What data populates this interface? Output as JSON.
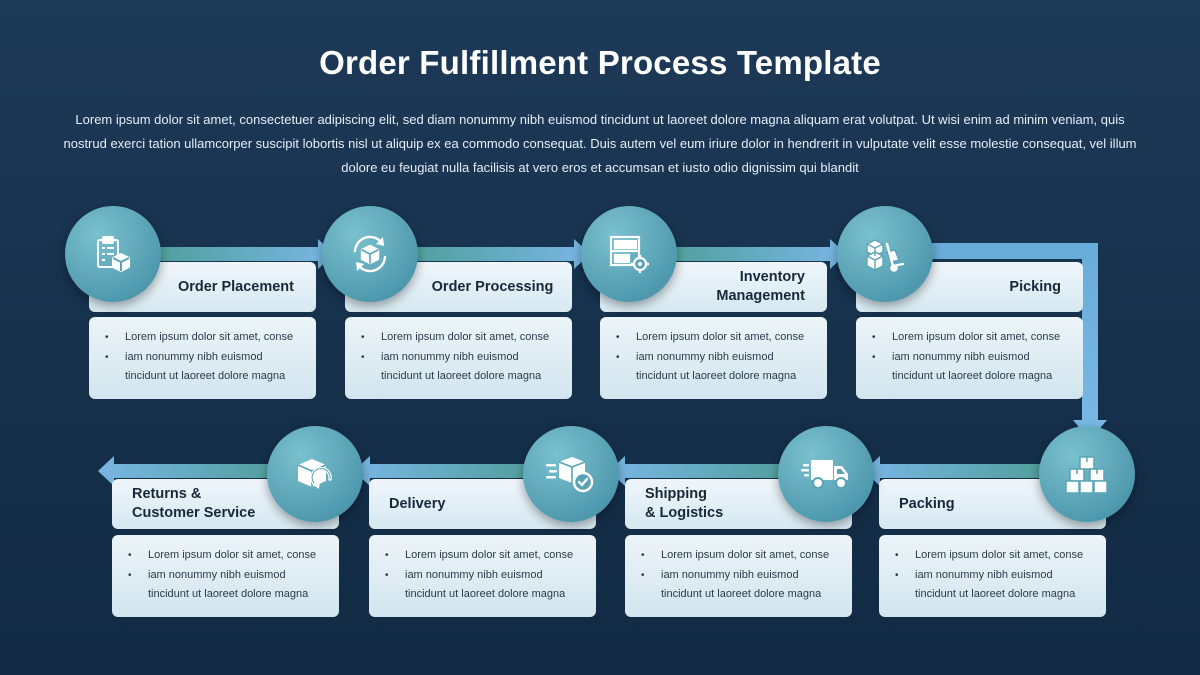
{
  "title": "Order Fulfillment Process Template",
  "description": "Lorem ipsum dolor sit amet, consectetuer adipiscing elit, sed diam nonummy nibh euismod tincidunt ut laoreet dolore magna aliquam erat volutpat. Ut wisi enim ad minim veniam, quis nostrud exerci tation ullamcorper suscipit lobortis nisl ut aliquip ex ea commodo consequat. Duis autem vel eum iriure dolor in hendrerit in vulputate velit esse molestie consequat, vel illum dolore eu feugiat nulla facilisis at vero eros et accumsan et iusto odio dignissim qui blandit",
  "colors": {
    "background": "#17314d",
    "accent_teal": "#4a9fb0",
    "arrow_blue": "#6aa9d6",
    "card": "#e3eff5"
  },
  "steps": [
    {
      "title": "Order Placement",
      "icon": "clipboard-box-icon",
      "bullets": [
        "Lorem ipsum dolor sit amet, conse",
        "iam nonummy nibh euismod"
      ],
      "continuation": "tincidunt ut laoreet dolore magna"
    },
    {
      "title": "Order Processing",
      "icon": "box-refresh-icon",
      "bullets": [
        "Lorem ipsum dolor sit amet, conse",
        "iam nonummy nibh euismod"
      ],
      "continuation": "tincidunt ut laoreet dolore magna"
    },
    {
      "title": "Inventory\nManagement",
      "icon": "shelves-gear-icon",
      "bullets": [
        "Lorem ipsum dolor sit amet, conse",
        "iam nonummy nibh euismod"
      ],
      "continuation": "tincidunt ut laoreet dolore magna"
    },
    {
      "title": "Picking",
      "icon": "boxes-hand-truck-icon",
      "bullets": [
        "Lorem ipsum dolor sit amet, conse",
        "iam nonummy nibh euismod"
      ],
      "continuation": "tincidunt ut laoreet dolore magna"
    },
    {
      "title": "Packing",
      "icon": "stacked-boxes-icon",
      "bullets": [
        "Lorem ipsum dolor sit amet, conse",
        "iam nonummy nibh euismod"
      ],
      "continuation": "tincidunt ut laoreet dolore magna"
    },
    {
      "title": "Shipping\n& Logistics",
      "icon": "delivery-truck-icon",
      "bullets": [
        "Lorem ipsum dolor sit amet, conse",
        "iam nonummy nibh euismod"
      ],
      "continuation": "tincidunt ut laoreet dolore magna"
    },
    {
      "title": "Delivery",
      "icon": "fast-box-check-icon",
      "bullets": [
        "Lorem ipsum dolor sit amet, conse",
        "iam nonummy nibh euismod"
      ],
      "continuation": "tincidunt ut laoreet dolore magna"
    },
    {
      "title": "Returns &\nCustomer Service",
      "icon": "box-return-icon",
      "bullets": [
        "Lorem ipsum dolor sit amet, conse",
        "iam nonummy nibh euismod"
      ],
      "continuation": "tincidunt ut laoreet dolore magna"
    }
  ]
}
